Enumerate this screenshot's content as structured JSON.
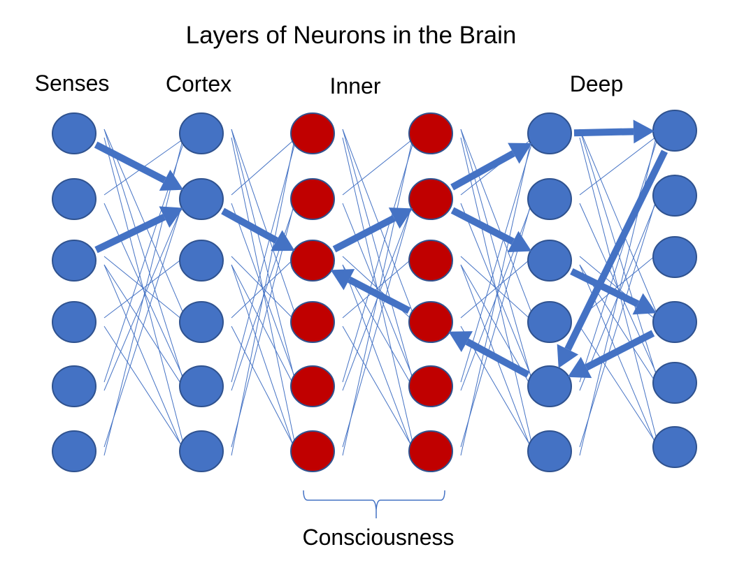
{
  "title": "Layers of Neurons in the Brain",
  "colors": {
    "blue_node": "#4472c4",
    "red_node": "#c00000",
    "node_outline": "#2f528f",
    "connection": "#4472c4",
    "arrow": "#4472c4"
  },
  "column_labels": [
    {
      "id": "senses",
      "text": "Senses"
    },
    {
      "id": "cortex",
      "text": "Cortex"
    },
    {
      "id": "inner",
      "text": "Inner"
    },
    {
      "id": "deep",
      "text": "Deep"
    }
  ],
  "group_label": {
    "id": "consciousness",
    "text": "Consciousness",
    "spans_layers": [
      3,
      4
    ]
  },
  "layers": [
    {
      "index": 1,
      "name": "senses",
      "color": "blue",
      "neurons": 6
    },
    {
      "index": 2,
      "name": "cortex",
      "color": "blue",
      "neurons": 6
    },
    {
      "index": 3,
      "name": "inner-a",
      "color": "red",
      "neurons": 6
    },
    {
      "index": 4,
      "name": "inner-b",
      "color": "red",
      "neurons": 6
    },
    {
      "index": 5,
      "name": "deep-a",
      "color": "blue",
      "neurons": 6
    },
    {
      "index": 6,
      "name": "deep-b",
      "color": "blue",
      "neurons": 6
    }
  ],
  "thin_connection_pattern": [
    [
      1,
      4
    ],
    [
      1,
      6
    ],
    [
      2,
      1
    ],
    [
      2,
      5
    ],
    [
      3,
      4
    ],
    [
      3,
      6
    ],
    [
      4,
      3
    ],
    [
      4,
      6
    ],
    [
      5,
      1
    ],
    [
      6,
      1
    ],
    [
      1,
      5
    ],
    [
      3,
      5
    ],
    [
      6,
      2
    ],
    [
      5,
      2
    ]
  ],
  "highlighted_paths": [
    {
      "from": [
        1,
        1
      ],
      "to": [
        2,
        2
      ]
    },
    {
      "from": [
        1,
        3
      ],
      "to": [
        2,
        2
      ]
    },
    {
      "from": [
        2,
        2
      ],
      "to": [
        3,
        3
      ]
    },
    {
      "from": [
        3,
        3
      ],
      "to": [
        4,
        2
      ]
    },
    {
      "from": [
        4,
        4
      ],
      "to": [
        3,
        3
      ]
    },
    {
      "from": [
        4,
        2
      ],
      "to": [
        5,
        1
      ]
    },
    {
      "from": [
        4,
        2
      ],
      "to": [
        5,
        3
      ]
    },
    {
      "from": [
        5,
        5
      ],
      "to": [
        4,
        4
      ]
    },
    {
      "from": [
        5,
        1
      ],
      "to": [
        6,
        1
      ]
    },
    {
      "from": [
        6,
        1
      ],
      "to": [
        5,
        5
      ]
    },
    {
      "from": [
        5,
        3
      ],
      "to": [
        6,
        4
      ]
    },
    {
      "from": [
        6,
        4
      ],
      "to": [
        5,
        5
      ]
    }
  ]
}
